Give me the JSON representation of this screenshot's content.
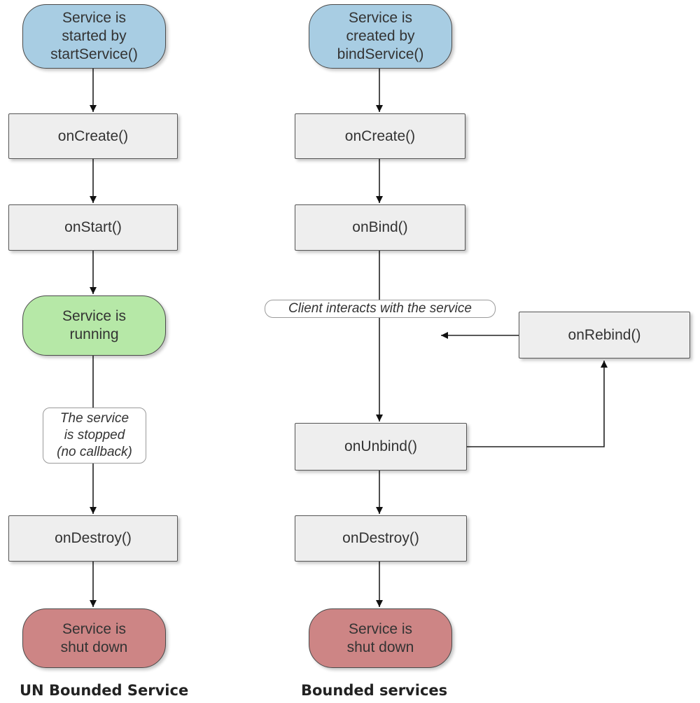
{
  "left_flow": {
    "start": "Service is\nstarted by\nstartService()",
    "on_create": "onCreate()",
    "on_start": "onStart()",
    "running": "Service is\nrunning",
    "stopped_note": "The service\nis stopped\n(no callback)",
    "on_destroy": "onDestroy()",
    "shut_down": "Service is\nshut down",
    "caption": "UN Bounded Service"
  },
  "right_flow": {
    "start": "Service is\ncreated by\nbindService()",
    "on_create": "onCreate()",
    "on_bind": "onBind()",
    "client_note": "Client interacts with the service",
    "on_rebind": "onRebind()",
    "on_unbind": "onUnbind()",
    "on_destroy": "onDestroy()",
    "shut_down": "Service is\nshut down",
    "caption": "Bounded services"
  },
  "colors": {
    "start": "#a8cde3",
    "running": "#b6e8a7",
    "end": "#cd8585",
    "box": "#eeeeee"
  }
}
